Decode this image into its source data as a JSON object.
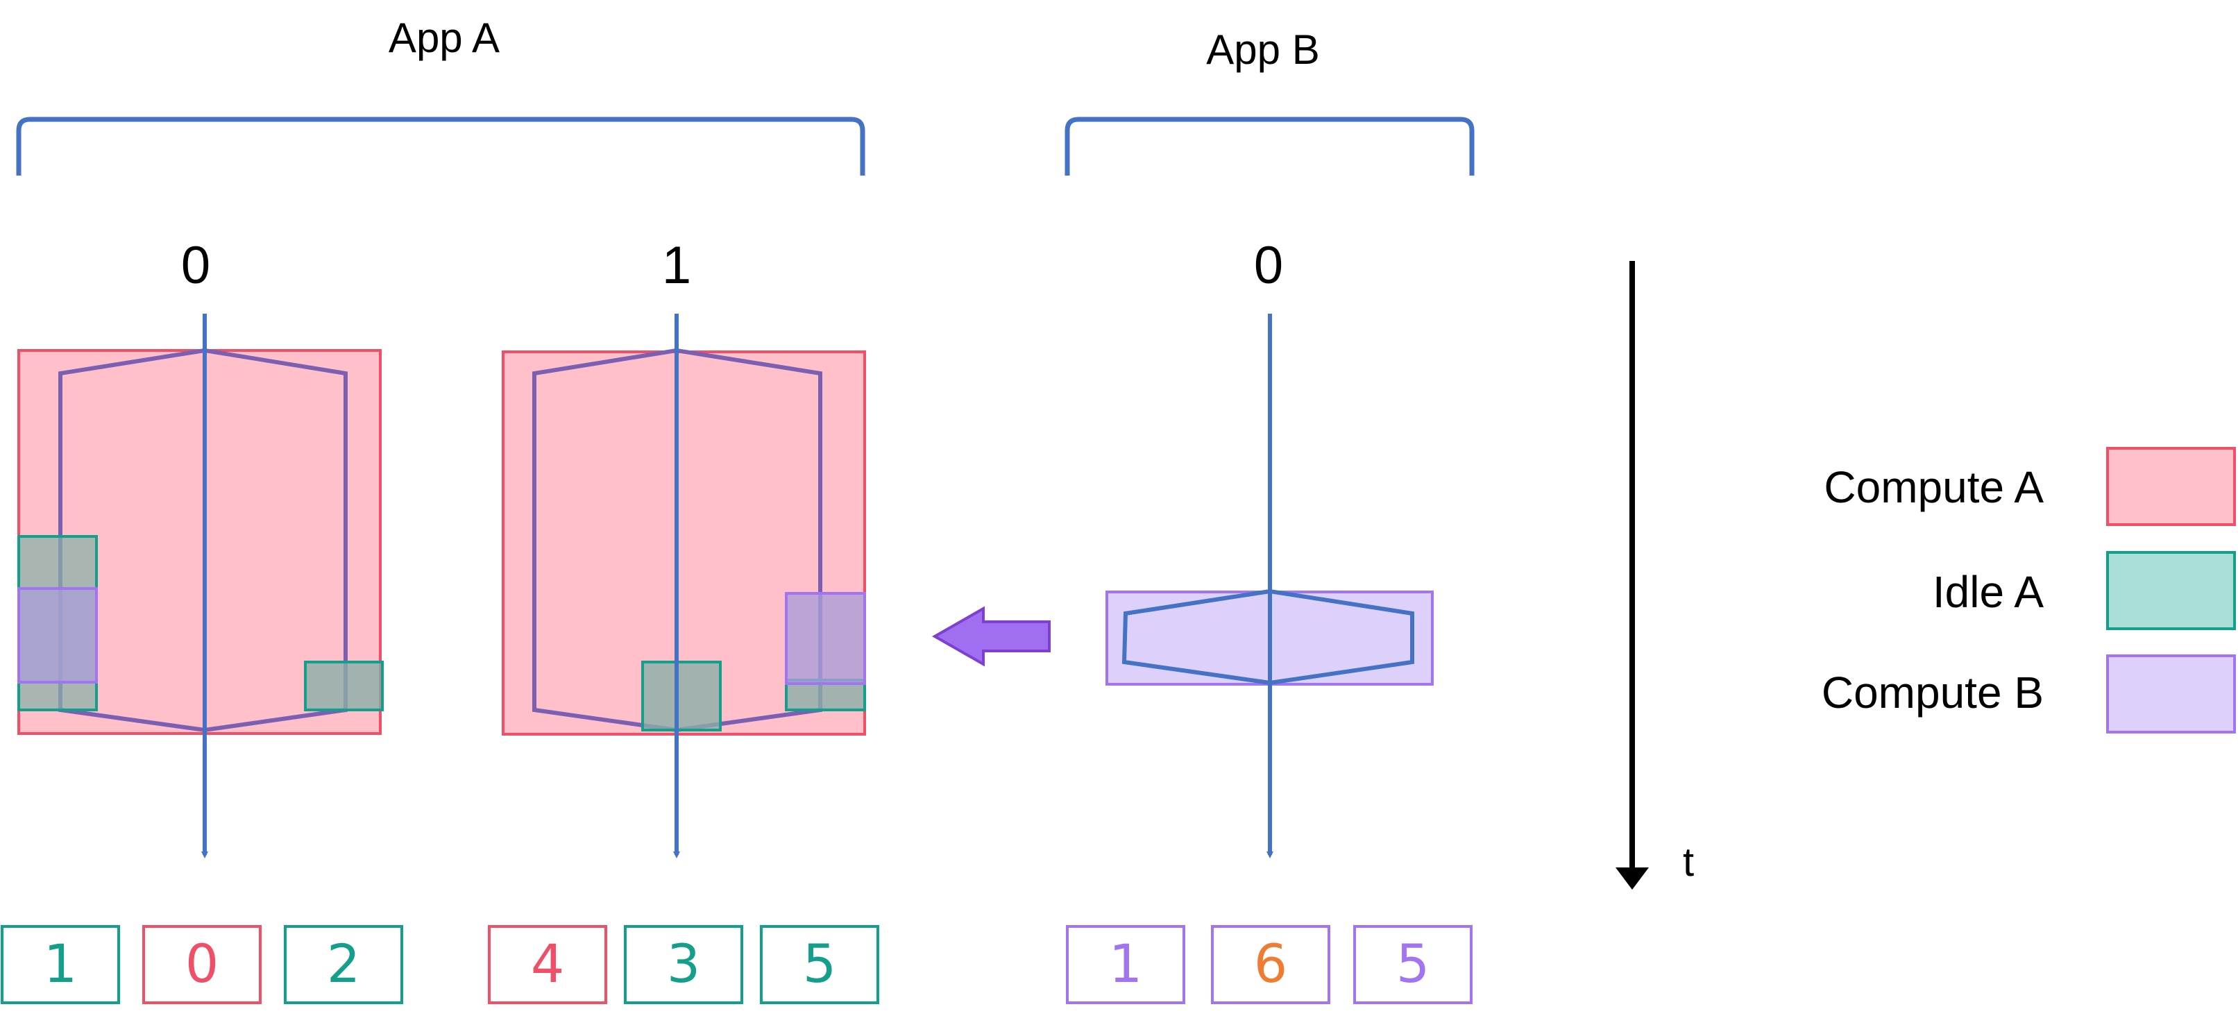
{
  "apps": {
    "a": {
      "label": "App A"
    },
    "b": {
      "label": "App B"
    }
  },
  "ranks": {
    "a0": "0",
    "a1": "1",
    "b0": "0"
  },
  "time_axis": {
    "label": "t"
  },
  "legend": {
    "compute_a": "Compute A",
    "idle_a": "Idle A",
    "compute_b": "Compute B"
  },
  "boxes": {
    "a0": [
      "1",
      "0",
      "2"
    ],
    "a1": [
      "4",
      "3",
      "5"
    ],
    "b0": [
      "1",
      "6",
      "5"
    ]
  },
  "colors": {
    "compute_a_fill": "#ffc0c9",
    "compute_a_stroke": "#ef5067",
    "idle_a_fill": "#a8ded6",
    "idle_a_stroke": "#149e8c",
    "compute_b_fill": "#ddd0fb",
    "compute_b_stroke": "#a274f2",
    "axis": "#4472c4",
    "task_line": "#7b5fb3",
    "migration_arrow": "#a06ef0",
    "orange_number": "#ee7d31"
  }
}
